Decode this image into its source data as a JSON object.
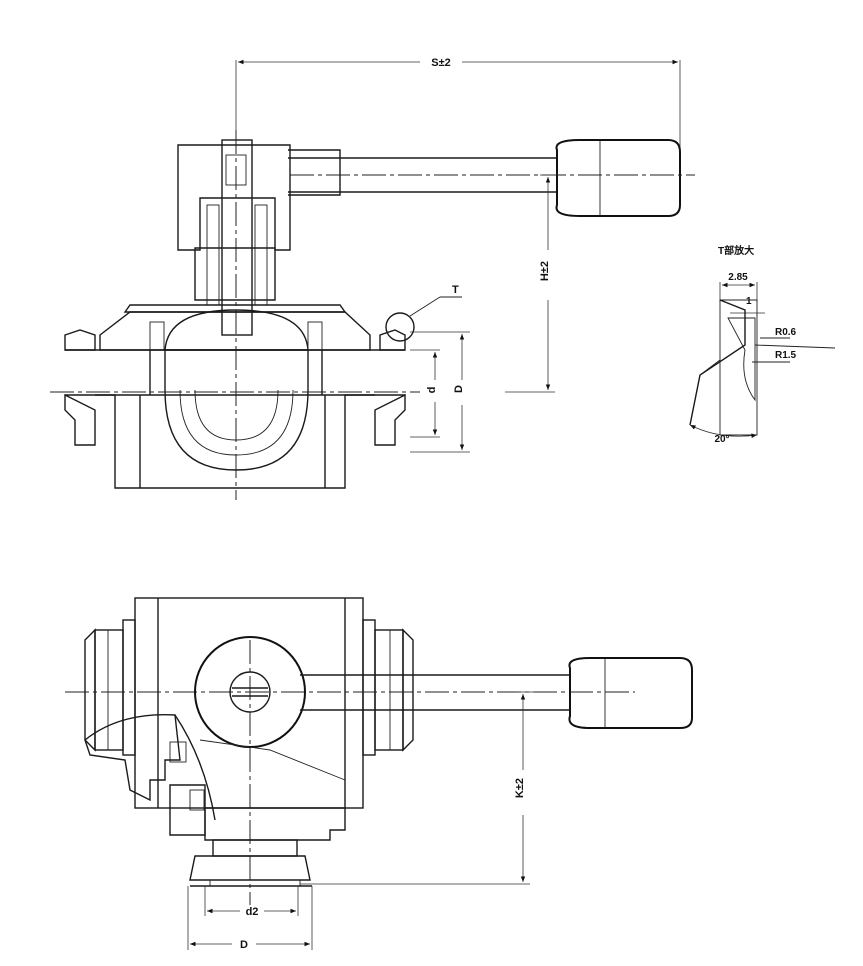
{
  "labels": {
    "s": "S±2",
    "h": "H±2",
    "t": "T",
    "d_small_top": "d",
    "d_large_top": "D",
    "detail_title": "T部放大",
    "detail_285": "2.85",
    "detail_1": "1",
    "detail_r06": "R0.6",
    "detail_r15": "R1.5",
    "detail_20": "20°",
    "k": "K±2",
    "d2": "d2",
    "d_large_bottom": "D"
  }
}
